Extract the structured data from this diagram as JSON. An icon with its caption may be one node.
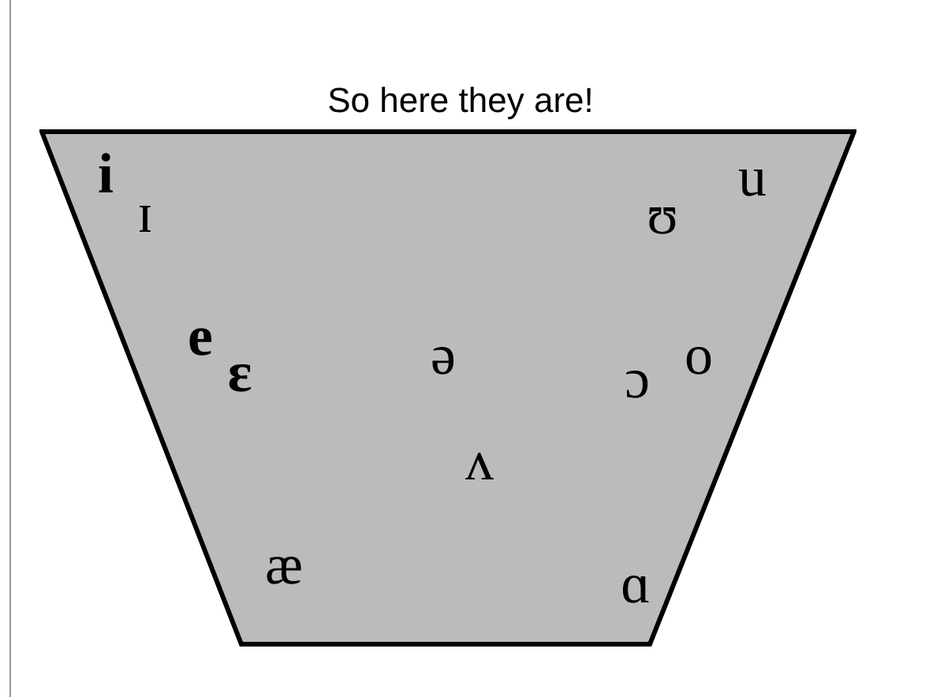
{
  "diagram": {
    "title": "So here they are!",
    "nodes": [
      {
        "text": [
          "i",
          "ɪ",
          "u",
          "ʊ",
          "e",
          "ɛ",
          "ə",
          "ɔ",
          "o",
          "ʌ",
          "æ",
          "ɑ"
        ]
      }
    ]
  }
}
